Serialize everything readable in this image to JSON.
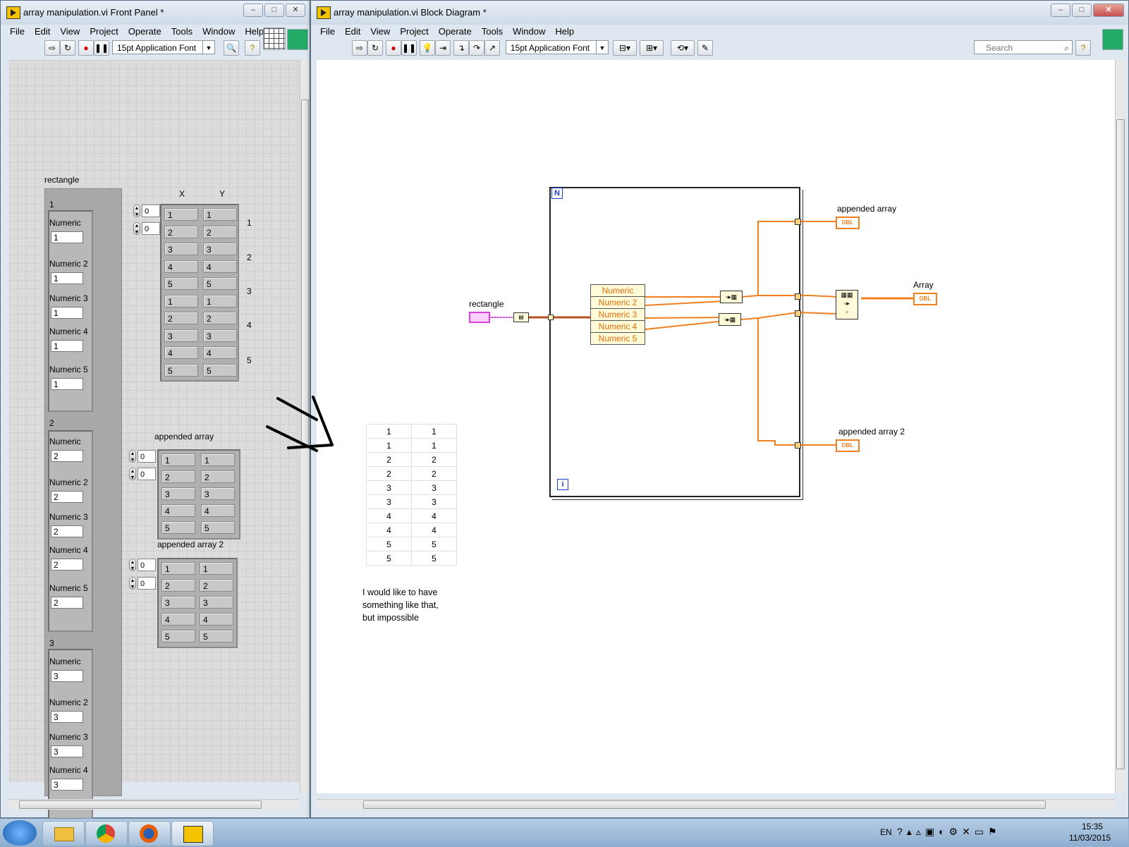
{
  "front_panel": {
    "title": "array manipulation.vi Front Panel *",
    "menu": [
      "File",
      "Edit",
      "View",
      "Project",
      "Operate",
      "Tools",
      "Window",
      "Help"
    ],
    "font": "15pt Application Font",
    "cluster_label": "rectangle",
    "axis_x": "X",
    "axis_y": "Y",
    "side_indices": [
      "1",
      "2",
      "3",
      "4",
      "5"
    ],
    "groups": [
      {
        "index": "1",
        "fields": [
          {
            "label": "Numeric",
            "value": "1"
          },
          {
            "label": "Numeric 2",
            "value": "1"
          },
          {
            "label": "Numeric 3",
            "value": "1"
          },
          {
            "label": "Numeric 4",
            "value": "1"
          },
          {
            "label": "Numeric 5",
            "value": "1"
          }
        ]
      },
      {
        "index": "2",
        "fields": [
          {
            "label": "Numeric",
            "value": "2"
          },
          {
            "label": "Numeric 2",
            "value": "2"
          },
          {
            "label": "Numeric 3",
            "value": "2"
          },
          {
            "label": "Numeric 4",
            "value": "2"
          },
          {
            "label": "Numeric 5",
            "value": "2"
          }
        ]
      },
      {
        "index": "3",
        "fields": [
          {
            "label": "Numeric",
            "value": "3"
          },
          {
            "label": "Numeric 2",
            "value": "3"
          },
          {
            "label": "Numeric 3",
            "value": "3"
          },
          {
            "label": "Numeric 4",
            "value": "3"
          }
        ]
      }
    ],
    "array": {
      "index0": "0",
      "index1": "0",
      "rows": [
        [
          "1",
          "1"
        ],
        [
          "2",
          "2"
        ],
        [
          "3",
          "3"
        ],
        [
          "4",
          "4"
        ],
        [
          "5",
          "5"
        ],
        [
          "1",
          "1"
        ],
        [
          "2",
          "2"
        ],
        [
          "3",
          "3"
        ],
        [
          "4",
          "4"
        ],
        [
          "5",
          "5"
        ]
      ]
    },
    "appended_array": {
      "label": "appended array",
      "index0": "0",
      "index1": "0",
      "rows": [
        [
          "1",
          "1"
        ],
        [
          "2",
          "2"
        ],
        [
          "3",
          "3"
        ],
        [
          "4",
          "4"
        ],
        [
          "5",
          "5"
        ]
      ]
    },
    "appended_array_2": {
      "label": "appended array 2",
      "index0": "0",
      "index1": "0",
      "rows": [
        [
          "1",
          "1"
        ],
        [
          "2",
          "2"
        ],
        [
          "3",
          "3"
        ],
        [
          "4",
          "4"
        ],
        [
          "5",
          "5"
        ]
      ]
    }
  },
  "block_diagram": {
    "title": "array manipulation.vi Block Diagram *",
    "menu": [
      "File",
      "Edit",
      "View",
      "Project",
      "Operate",
      "Tools",
      "Window",
      "Help"
    ],
    "font": "15pt Application Font",
    "search_placeholder": "Search",
    "desired_table": [
      [
        "1",
        "1"
      ],
      [
        "1",
        "1"
      ],
      [
        "2",
        "2"
      ],
      [
        "2",
        "2"
      ],
      [
        "3",
        "3"
      ],
      [
        "3",
        "3"
      ],
      [
        "4",
        "4"
      ],
      [
        "4",
        "4"
      ],
      [
        "5",
        "5"
      ],
      [
        "5",
        "5"
      ]
    ],
    "note": [
      "I would like to have",
      "something like that,",
      "but impossible"
    ],
    "loop_count": "N",
    "loop_iter": "i",
    "rectangle_label": "rectangle",
    "unbundle_items": [
      "Numeric",
      "Numeric 2",
      "Numeric 3",
      "Numeric 4",
      "Numeric 5"
    ],
    "outputs": [
      {
        "label": "appended array",
        "type": "DBL"
      },
      {
        "label": "Array",
        "type": "DBL"
      },
      {
        "label": "appended array 2",
        "type": "DBL"
      }
    ]
  },
  "taskbar": {
    "lang": "EN",
    "time": "15:35",
    "date": "11/03/2015"
  },
  "colors": {
    "wire_orange": "#f08020",
    "wire_pink": "#e040e0",
    "label_orange": "#e36c09",
    "loop_border": "#222222"
  }
}
